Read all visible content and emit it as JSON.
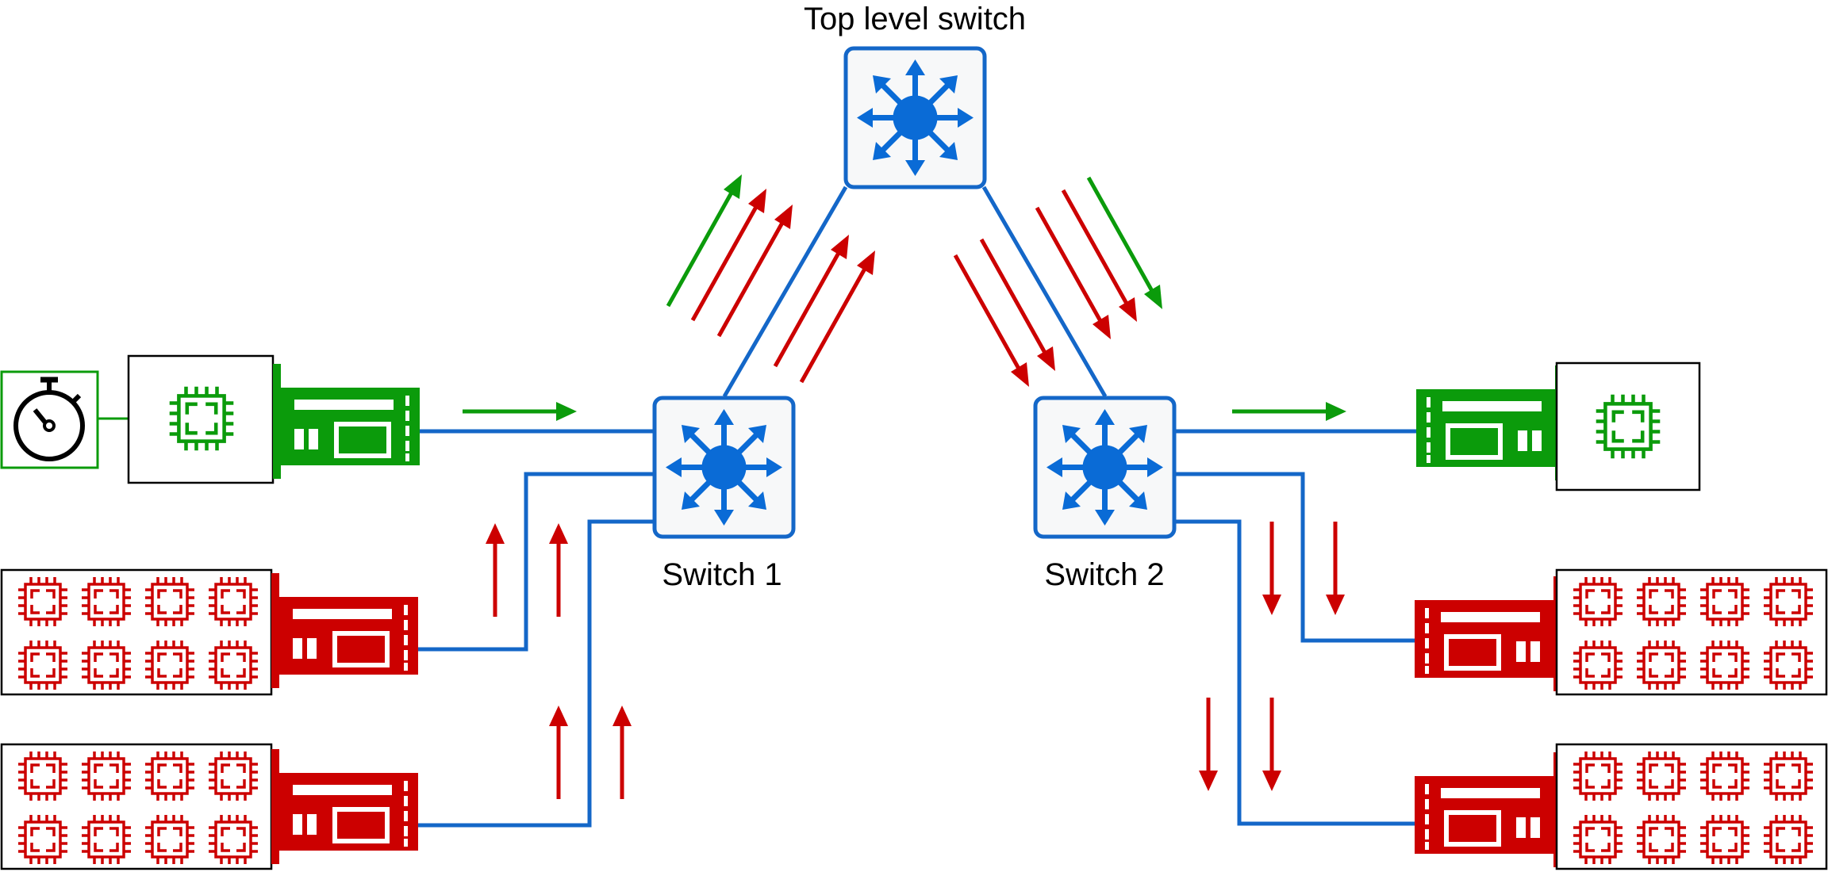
{
  "labels": {
    "top_switch": "Top level switch",
    "switch1": "Switch 1",
    "switch2": "Switch 2"
  },
  "colors": {
    "link": "#1467c8",
    "switch_fill": "#f7f8f9",
    "switch_icon": "#0a6bd6",
    "green": "#0b9b0b",
    "red": "#cc0000",
    "frame": "#000000"
  },
  "icons": {
    "switch": "network-switch-icon",
    "chip": "cpu-chip-icon",
    "nic": "network-card-icon",
    "timer": "stopwatch-icon"
  }
}
